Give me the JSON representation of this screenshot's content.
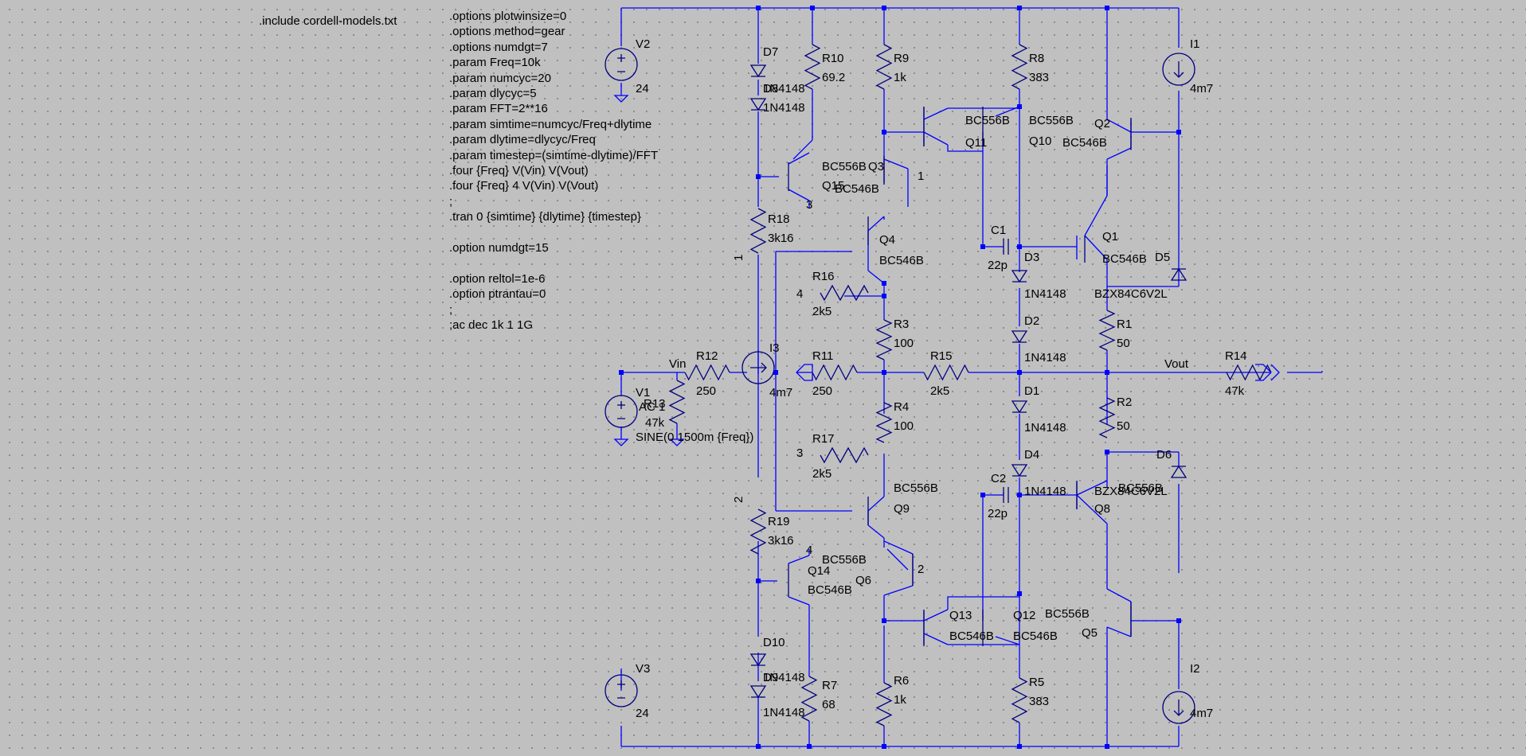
{
  "include_directive": ".include cordell-models.txt",
  "spice_directives": [
    ".options plotwinsize=0",
    ".options method=gear",
    ".options numdgt=7",
    ".param Freq=10k",
    ".param numcyc=20",
    ".param dlycyc=5",
    ".param FFT=2**16",
    ".param simtime=numcyc/Freq+dlytime",
    ".param dlytime=dlycyc/Freq",
    ".param timestep=(simtime-dlytime)/FFT",
    ".four {Freq} V(Vin) V(Vout)",
    ".four {Freq} 4 V(Vin) V(Vout)",
    ";",
    ".tran 0 {simtime} {dlytime} {timestep}",
    "",
    ".option numdgt=15",
    "",
    ".option reltol=1e-6",
    ".option ptrantau=0",
    ";",
    ";ac dec 1k 1 1G"
  ],
  "labels": [
    {
      "id": "v2",
      "text": "V2"
    },
    {
      "id": "v2_val",
      "text": "24"
    },
    {
      "id": "v3",
      "text": "V3"
    },
    {
      "id": "v3_val",
      "text": "24"
    },
    {
      "id": "v1",
      "text": "V1"
    },
    {
      "id": "v1_ac",
      "text": "AC 1"
    },
    {
      "id": "v1_sine",
      "text": "SINE(0 1500m {Freq})"
    },
    {
      "id": "i1",
      "text": "I1"
    },
    {
      "id": "i1_val",
      "text": "4m7"
    },
    {
      "id": "i2",
      "text": "I2"
    },
    {
      "id": "i2_val",
      "text": "4m7"
    },
    {
      "id": "i3",
      "text": "I3"
    },
    {
      "id": "i3_val",
      "text": "4m7"
    },
    {
      "id": "d7",
      "text": "D7"
    },
    {
      "id": "d7_m",
      "text": "1N4148"
    },
    {
      "id": "d8",
      "text": "D8"
    },
    {
      "id": "d8_m",
      "text": "1N4148"
    },
    {
      "id": "d9",
      "text": "D9"
    },
    {
      "id": "d9_m",
      "text": "1N4148"
    },
    {
      "id": "d10",
      "text": "D10"
    },
    {
      "id": "d10_m",
      "text": "1N4148"
    },
    {
      "id": "d1",
      "text": "D1"
    },
    {
      "id": "d1_m",
      "text": "1N4148"
    },
    {
      "id": "d2",
      "text": "D2"
    },
    {
      "id": "d2_m",
      "text": "1N4148"
    },
    {
      "id": "d3",
      "text": "D3"
    },
    {
      "id": "d3_m",
      "text": "1N4148"
    },
    {
      "id": "d4",
      "text": "D4"
    },
    {
      "id": "d4_m",
      "text": "1N4148"
    },
    {
      "id": "d5",
      "text": "D5"
    },
    {
      "id": "d5_m",
      "text": "BZX84C6V2L"
    },
    {
      "id": "d6",
      "text": "D6"
    },
    {
      "id": "d6_m",
      "text": "BZX84C6V2L"
    },
    {
      "id": "r10",
      "text": "R10"
    },
    {
      "id": "r10_v",
      "text": "69.2"
    },
    {
      "id": "r9",
      "text": "R9"
    },
    {
      "id": "r9_v",
      "text": "1k"
    },
    {
      "id": "r8",
      "text": "R8"
    },
    {
      "id": "r8_v",
      "text": "383"
    },
    {
      "id": "r18",
      "text": "R18"
    },
    {
      "id": "r18_v",
      "text": "3k16"
    },
    {
      "id": "r16",
      "text": "R16"
    },
    {
      "id": "r16_v",
      "text": "2k5"
    },
    {
      "id": "r3",
      "text": "R3"
    },
    {
      "id": "r3_v",
      "text": "100"
    },
    {
      "id": "r11",
      "text": "R11"
    },
    {
      "id": "r11_v",
      "text": "250"
    },
    {
      "id": "r15",
      "text": "R15"
    },
    {
      "id": "r15_v",
      "text": "2k5"
    },
    {
      "id": "r12",
      "text": "R12"
    },
    {
      "id": "r12_v",
      "text": "250"
    },
    {
      "id": "r13",
      "text": "R13"
    },
    {
      "id": "r13_v",
      "text": "47k"
    },
    {
      "id": "r4",
      "text": "R4"
    },
    {
      "id": "r4_v",
      "text": "100"
    },
    {
      "id": "r17",
      "text": "R17"
    },
    {
      "id": "r17_v",
      "text": "2k5"
    },
    {
      "id": "r19",
      "text": "R19"
    },
    {
      "id": "r19_v",
      "text": "3k16"
    },
    {
      "id": "r7",
      "text": "R7"
    },
    {
      "id": "r7_v",
      "text": "68"
    },
    {
      "id": "r6",
      "text": "R6"
    },
    {
      "id": "r6_v",
      "text": "1k"
    },
    {
      "id": "r5",
      "text": "R5"
    },
    {
      "id": "r5_v",
      "text": "383"
    },
    {
      "id": "r1",
      "text": "R1"
    },
    {
      "id": "r1_v",
      "text": "50"
    },
    {
      "id": "r2",
      "text": "R2"
    },
    {
      "id": "r2_v",
      "text": "50"
    },
    {
      "id": "r14",
      "text": "R14"
    },
    {
      "id": "r14_v",
      "text": "47k"
    },
    {
      "id": "c1",
      "text": "C1"
    },
    {
      "id": "c1_v",
      "text": "22p"
    },
    {
      "id": "c2",
      "text": "C2"
    },
    {
      "id": "c2_v",
      "text": "22p"
    },
    {
      "id": "q1",
      "text": "Q1"
    },
    {
      "id": "q1_m",
      "text": "BC546B"
    },
    {
      "id": "q2",
      "text": "Q2"
    },
    {
      "id": "q2_m",
      "text": "BC546B"
    },
    {
      "id": "q3",
      "text": "Q3"
    },
    {
      "id": "q3_m",
      "text": "BC546B"
    },
    {
      "id": "q4",
      "text": "Q4"
    },
    {
      "id": "q4_m",
      "text": "BC546B"
    },
    {
      "id": "q5",
      "text": "Q5"
    },
    {
      "id": "q5_m",
      "text": "BC556B"
    },
    {
      "id": "q6",
      "text": "Q6"
    },
    {
      "id": "q6_m",
      "text": "BC556B"
    },
    {
      "id": "q8",
      "text": "Q8"
    },
    {
      "id": "q8_m",
      "text": "BC556B"
    },
    {
      "id": "q9",
      "text": "Q9"
    },
    {
      "id": "q9_m",
      "text": "BC556B"
    },
    {
      "id": "q10",
      "text": "Q10"
    },
    {
      "id": "q10_m",
      "text": "BC556B"
    },
    {
      "id": "q11",
      "text": "Q11"
    },
    {
      "id": "q11_m",
      "text": "BC556B"
    },
    {
      "id": "q12",
      "text": "Q12"
    },
    {
      "id": "q12_m",
      "text": "BC546B"
    },
    {
      "id": "q13",
      "text": "Q13"
    },
    {
      "id": "q13_m",
      "text": "BC546B"
    },
    {
      "id": "q14",
      "text": "Q14"
    },
    {
      "id": "q14_m",
      "text": "BC546B"
    },
    {
      "id": "q15",
      "text": "Q15"
    },
    {
      "id": "q15_m",
      "text": "BC556B"
    },
    {
      "id": "net_vin",
      "text": "Vin"
    },
    {
      "id": "net_vout",
      "text": "Vout"
    },
    {
      "id": "n1a",
      "text": "1"
    },
    {
      "id": "n1b",
      "text": "1"
    },
    {
      "id": "n2a",
      "text": "2"
    },
    {
      "id": "n2b",
      "text": "2"
    },
    {
      "id": "n3a",
      "text": "3"
    },
    {
      "id": "n3b",
      "text": "3"
    },
    {
      "id": "n4a",
      "text": "4"
    },
    {
      "id": "n4b",
      "text": "4"
    }
  ],
  "colors": {
    "background": "#c0c0c0",
    "wire": "#0000ff",
    "component": "#000080",
    "grid_dot": "#888888"
  }
}
